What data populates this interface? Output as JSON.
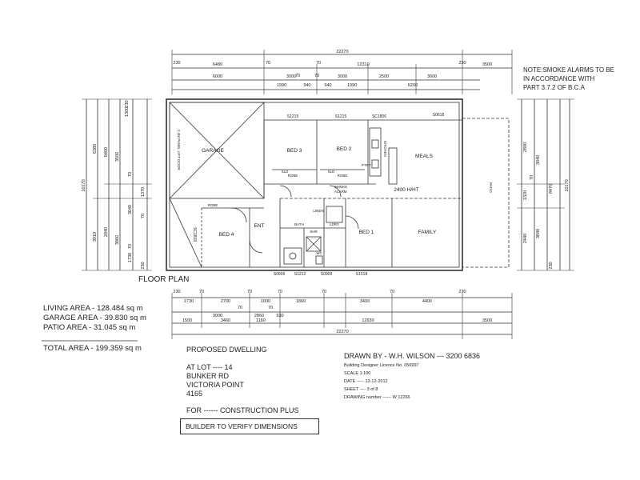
{
  "note": {
    "lines": [
      "NOTE:SMOKE ALARMS TO BE",
      "IN ACCORDANCE WITH",
      "PART 3.7.2 OF B.C.A"
    ]
  },
  "plan_title": "FLOOR PLAN",
  "rooms": {
    "garage": "GARAGE",
    "bed3": "BED 3",
    "bed2": "BED 2",
    "bed4": "BED 4",
    "bed1": "BED 1",
    "meals": "MEALS",
    "family": "FAMILY",
    "kitchen": "KITCHEN",
    "ent": "ENT",
    "bath": "BATH",
    "linen": "LINEN",
    "patio": "PATIO",
    "ceiling": "2400 H/HT",
    "smoke": [
      "SMOKE",
      "ALARM"
    ],
    "robe": "ROBE",
    "sld": "SLD",
    "shr": "SHR",
    "wc": "WC",
    "ldry": "LDRY",
    "ptry": "PTRY",
    "garage_door": "2.4M PANEL LIFT DOOR"
  },
  "windows": {
    "top": [
      "S1215",
      "S1215",
      "SC1806",
      "S0618"
    ],
    "bottom": [
      "S0606",
      "S1212",
      "S0909",
      "S1518"
    ],
    "left": "SC1818"
  },
  "dimensions": {
    "top_total": "22270",
    "top_row1": [
      "6480",
      "12310",
      "3500"
    ],
    "top_row2": [
      "230",
      "6000",
      "70",
      "3000",
      "70",
      "3000",
      "2500",
      "3600",
      "230"
    ],
    "top_row3": [
      "1990",
      "70",
      "940",
      "70",
      "940",
      "1990",
      "6200"
    ],
    "bottom_row1": [
      "230",
      "1730",
      "70",
      "2700",
      "70",
      "1000",
      "70",
      "1860",
      "70",
      "3400",
      "70",
      "4400",
      "230"
    ],
    "bottom_row2": [
      "3000",
      "70",
      "2860",
      "70",
      "930"
    ],
    "bottom_row3": [
      "1500",
      "3460",
      "1160",
      "12630",
      "3500"
    ],
    "bottom_total": "22270",
    "left": [
      "230",
      "1300",
      "3500",
      "8400",
      "6380",
      "70",
      "1370",
      "3040",
      "70",
      "2840",
      "3910",
      "3860",
      "70",
      "1730",
      "230",
      "10170"
    ],
    "right": [
      "2800",
      "70",
      "1320",
      "3040",
      "2440",
      "3840",
      "8470",
      "10170",
      "230"
    ]
  },
  "areas": [
    {
      "label": "LIVING AREA",
      "value": "128.484 sq m"
    },
    {
      "label": "GARAGE AREA",
      "value": "39.830 sq m"
    },
    {
      "label": "PATIO AREA",
      "value": "31.045 sq m"
    }
  ],
  "total_area": {
    "label": "TOTAL AREA",
    "value": "199.359 sq m"
  },
  "project": {
    "title": "PROPOSED  DWELLING",
    "lot": "AT LOT ---- 14",
    "road": "BUNKER RD",
    "suburb": "VICTORIA POINT",
    "postcode": "4165",
    "for": "FOR ------  CONSTRUCTION PLUS",
    "builder_note": "BUILDER TO VERIFY DIMENSIONS"
  },
  "drawn_by": {
    "title": "DRAWN BY  - W.H. WILSON --- 3200 6836",
    "licence": "Building Designer Licence No. 056997",
    "scale": "SCALE 1:100",
    "date": "DATE ----- 12-12-2012",
    "sheet": "SHEET ----   3 of 8",
    "drawing": "DRAWING number ------ W 12266"
  }
}
